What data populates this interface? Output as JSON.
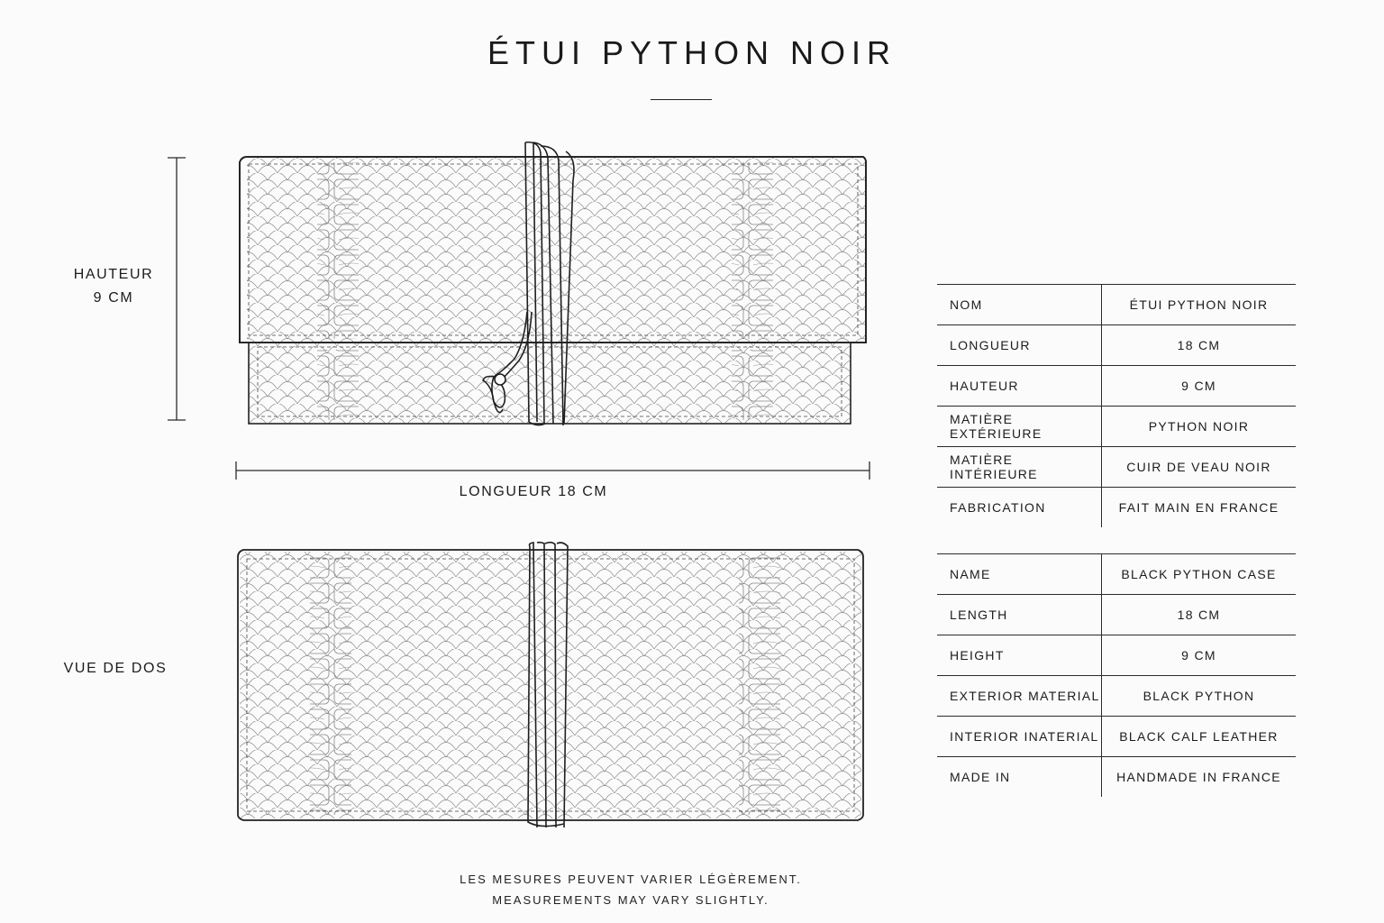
{
  "title": "ÉTUI PYTHON NOIR",
  "front_view": {
    "height_label_line1": "HAUTEUR",
    "height_label_line2": "9 CM",
    "length_label": "LONGUEUR 18 CM"
  },
  "back_view": {
    "label": "VUE DE DOS"
  },
  "specs_fr": [
    {
      "key": "NOM",
      "value": "ÉTUI PYTHON NOIR"
    },
    {
      "key": "LONGUEUR",
      "value": "18 CM"
    },
    {
      "key": "HAUTEUR",
      "value": "9 CM"
    },
    {
      "key": "MATIÈRE EXTÉRIEURE",
      "value": "PYTHON NOIR"
    },
    {
      "key": "MATIÈRE INTÉRIEURE",
      "value": "CUIR DE VEAU NOIR"
    },
    {
      "key": "FABRICATION",
      "value": "FAIT MAIN EN FRANCE"
    }
  ],
  "specs_en": [
    {
      "key": "NAME",
      "value": "BLACK PYTHON CASE"
    },
    {
      "key": "LENGTH",
      "value": "18 CM"
    },
    {
      "key": "HEIGHT",
      "value": "9 CM"
    },
    {
      "key": "EXTERIOR MATERIAL",
      "value": "BLACK PYTHON"
    },
    {
      "key": "INTERIOR INATERIAL",
      "value": "BLACK CALF LEATHER"
    },
    {
      "key": "MADE IN",
      "value": "HANDMADE IN FRANCE"
    }
  ],
  "footer": {
    "note_fr": "LES MESURES PEUVENT VARIER LÉGÈREMENT.",
    "note_en": "MEASUREMENTS MAY VARY SLIGHTLY."
  }
}
